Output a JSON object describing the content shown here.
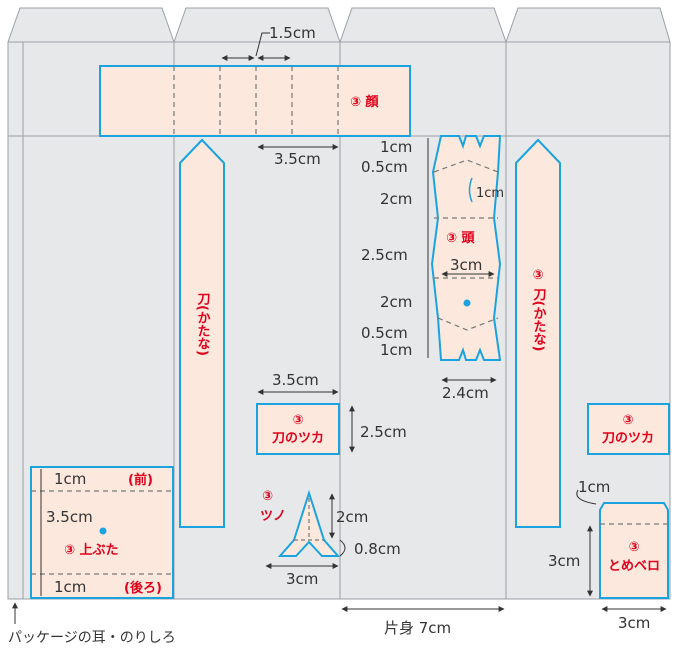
{
  "colors": {
    "panel_fill": "#e6e8ea",
    "panel_line": "#9aa0a5",
    "piece_fill": "#fce8dc",
    "piece_line": "#1ba3e0",
    "label_red": "#e0001b",
    "dim_text": "#333333",
    "dot": "#1ba3e0"
  },
  "pieces": {
    "face": {
      "label": "③ 顔",
      "dim_top": "1.5cm",
      "dim_bottom": "3.5cm"
    },
    "sword_left": {
      "label": "刀(かたな)"
    },
    "sword_right": {
      "label": "③ 刀(かたな)"
    },
    "head": {
      "label": "③ 頭",
      "dims_left": [
        "1cm",
        "0.5cm",
        "2cm",
        "2.5cm",
        "2cm",
        "0.5cm",
        "1cm"
      ],
      "dim_hole": "1cm",
      "dim_width": "3cm",
      "dim_bottom": "2.4cm"
    },
    "hilt_center": {
      "num": "③",
      "label": "刀のツカ",
      "dim_top": "3.5cm",
      "dim_right": "2.5cm"
    },
    "hilt_right": {
      "num": "③",
      "label": "刀のツカ"
    },
    "lid": {
      "num_label": "③ 上ぶた",
      "dim_top": "1cm",
      "front": "(前)",
      "dim_middle": "3.5cm",
      "dim_bottom": "1cm",
      "back": "(後ろ)"
    },
    "horn": {
      "num": "③",
      "label": "ツノ",
      "dim_height": "2cm",
      "dim_small": "0.8cm",
      "dim_width": "3cm"
    },
    "tab": {
      "num": "③",
      "label": "とめベロ",
      "dim_top": "1cm",
      "dim_height": "3cm",
      "dim_width": "3cm"
    }
  },
  "annotations": {
    "glue_flap": "パッケージの耳・のりしろ",
    "half_body": "片身 7cm"
  }
}
